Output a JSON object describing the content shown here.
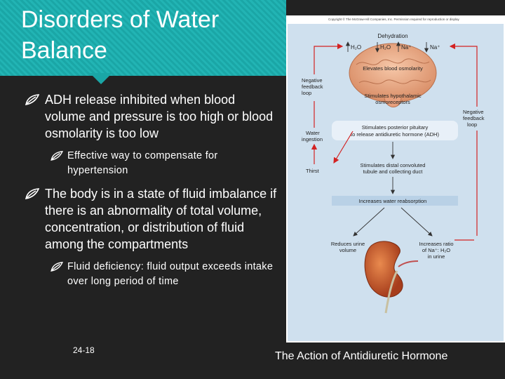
{
  "slide": {
    "title": "Disorders of Water Balance",
    "slide_number": "24-18",
    "caption": "The Action of Antidiuretic Hormone"
  },
  "bullets": [
    {
      "text": "ADH release inhibited when blood volume and pressure is too high or blood osmolarity is too low",
      "sub": "Effective way to compensate for hypertension"
    },
    {
      "text": "The body is in a state of fluid imbalance if there is an abnormality of total volume, concentration, or distribution of fluid among the compartments",
      "sub": "Fluid deficiency: fluid output exceeds intake over long period of time"
    }
  ],
  "diagram": {
    "copyright": "Copyright © The McGraw-Hill Companies, Inc. Permission required for reproduction or display",
    "dehydration": "Dehydration",
    "h2o_left": "H₂O",
    "h2o_mid": "H₂O",
    "na_mid": "Na⁺",
    "na_right": "Na⁺",
    "elevates": "Elevates blood osmolarity",
    "stimulates_hypo_1": "Stimulates hypothalamic",
    "stimulates_hypo_2": "osmoreceptors",
    "neg_left_1": "Negative",
    "neg_left_2": "feedback",
    "neg_left_3": "loop",
    "neg_right_1": "Negative",
    "neg_right_2": "feedback",
    "neg_right_3": "loop",
    "posterior_1": "Stimulates posterior pituitary",
    "posterior_2": "to release antidiuretic hormone (ADH)",
    "water_1": "Water",
    "water_2": "ingestion",
    "thirst": "Thirst",
    "distal_1": "Stimulates distal convoluted",
    "distal_2": "tubule and collecting duct",
    "reabsorption": "Increases water reabsorption",
    "reduces_1": "Reduces urine",
    "reduces_2": "volume",
    "ratio_1": "Increases ratio",
    "ratio_2": "of Na⁺: H₂O",
    "ratio_3": "in urine"
  },
  "colors": {
    "header": "#1aa6a6",
    "figure_bg": "#cfe0ee",
    "feedback_arrow": "#d32222",
    "process_bar": "#b9d1e6"
  }
}
